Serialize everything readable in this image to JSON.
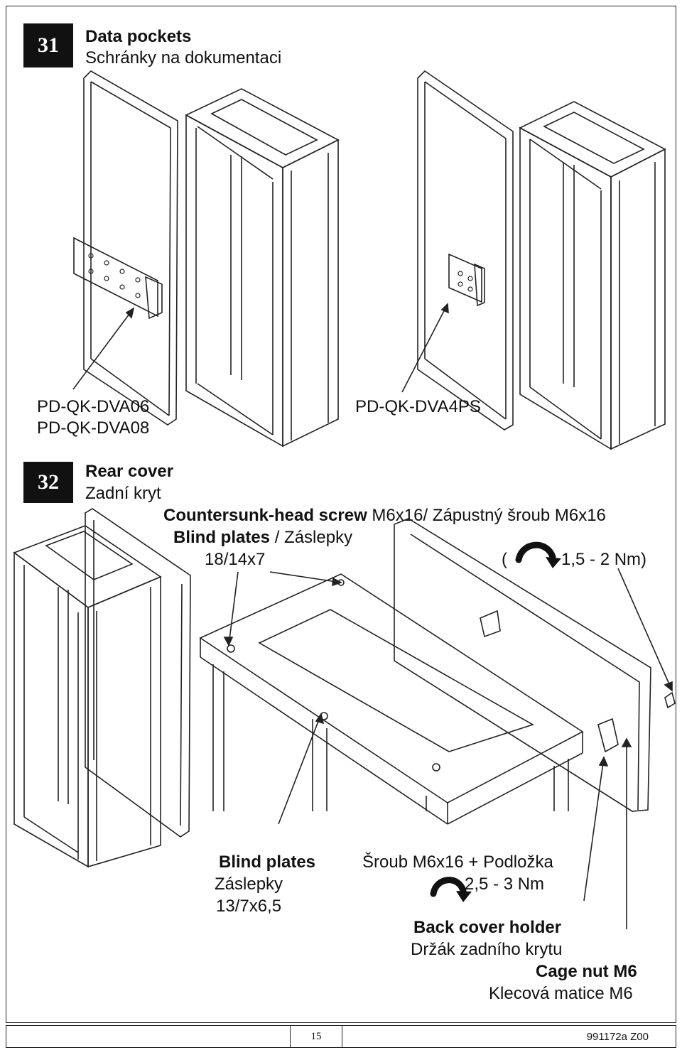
{
  "step31": {
    "number": "31",
    "title": "Data pockets",
    "subtitle": "Schránky na dokumentaci",
    "label_left_1": "PD-QK-DVA06",
    "label_left_2": "PD-QK-DVA08",
    "label_right": "PD-QK-DVA4PS"
  },
  "step32": {
    "number": "32",
    "title": "Rear cover",
    "subtitle": "Zadní kryt",
    "screw_bold": "Countersunk-head screw",
    "screw_rest": "M6x16/ Zápustný šroub M6x16",
    "blind_bold": "Blind plates",
    "blind_rest": "/ Záslepky",
    "blind_size": "18/14x7",
    "torque_open": "(",
    "torque_value": "1,5 - 2 Nm)",
    "blind2_bold": "Blind plates",
    "blind2_cz": "Záslepky",
    "blind2_size": "13/7x6,5",
    "washer_screw": "Šroub M6x16 + Podložka",
    "torque2": "2,5 - 3 Nm",
    "holder_bold": "Back cover holder",
    "holder_cz": "Držák zadního krytu",
    "cagenut_bold": "Cage nut M6",
    "cagenut_cz": "Klecová matice M6"
  },
  "icons": {
    "torque": "torque-arrow-icon"
  },
  "footer": {
    "page_number": "15",
    "doc_code": "991172a Z00"
  }
}
